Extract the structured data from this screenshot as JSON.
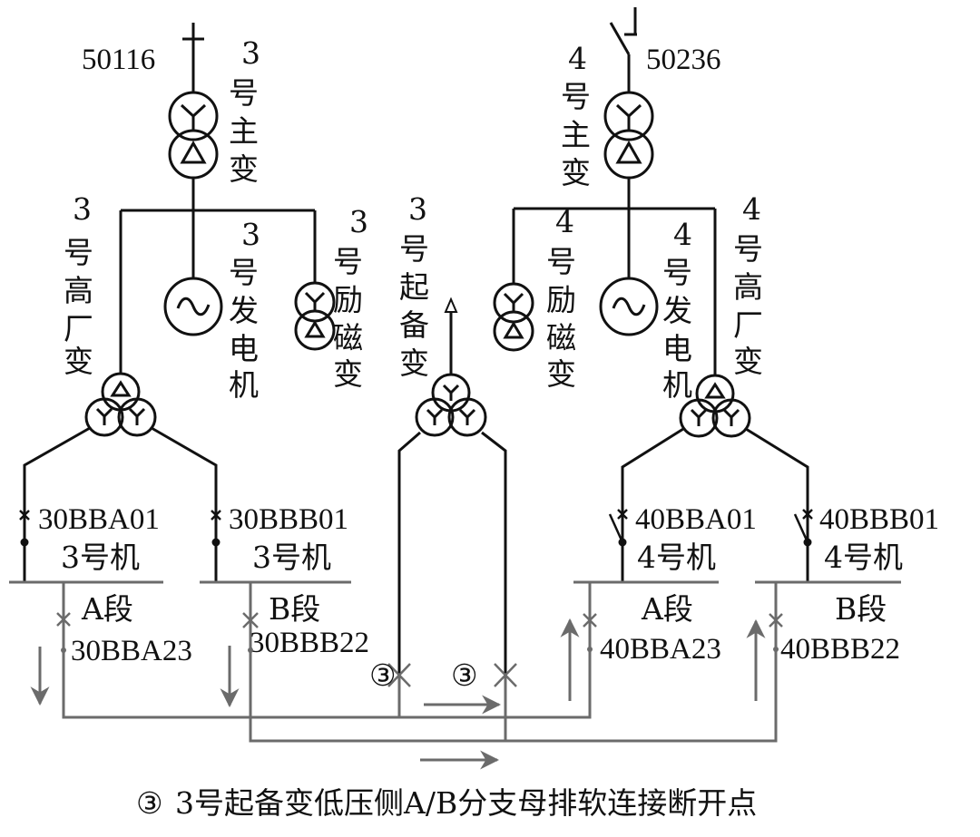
{
  "colors": {
    "primary_line": "#111111",
    "auxiliary_line": "#6b6b6b",
    "background": "#ffffff"
  },
  "unit3": {
    "main_switch_id": "50116",
    "main_transformer_label": [
      "3",
      "号",
      "主",
      "变"
    ],
    "generator_label": [
      "3",
      "号",
      "发",
      "电",
      "机"
    ],
    "exciter_label": [
      "3",
      "号",
      "励",
      "磁",
      "变"
    ],
    "aux_transformer_label": [
      "3",
      "号",
      "高",
      "厂",
      "变"
    ],
    "breaker_a": "30BBA01",
    "breaker_a_unit": "3号机",
    "breaker_b": "30BBB01",
    "breaker_b_unit": "3号机",
    "section_a": "A段",
    "section_b": "B段",
    "feeder_a": "30BBA23",
    "feeder_b": "30BBB22"
  },
  "unit4": {
    "main_switch_id": "50236",
    "main_transformer_label": [
      "4",
      "号",
      "主",
      "变"
    ],
    "generator_label": [
      "4",
      "号",
      "发",
      "电",
      "机"
    ],
    "exciter_label": [
      "4",
      "号",
      "励",
      "磁",
      "变"
    ],
    "aux_transformer_label": [
      "4",
      "号",
      "高",
      "厂",
      "变"
    ],
    "breaker_a": "40BBA01",
    "breaker_a_unit": "4号机",
    "breaker_b": "40BBB01",
    "breaker_b_unit": "4号机",
    "section_a": "A段",
    "section_b": "B段",
    "feeder_a": "40BBA23",
    "feeder_b": "40BBB22"
  },
  "standby": {
    "transformer_label": [
      "3",
      "号",
      "起",
      "备",
      "变"
    ],
    "break_point_marker": "③"
  },
  "caption": {
    "marker": "③",
    "text": "3号起备变低压侧A/B分支母排软连接断开点"
  }
}
